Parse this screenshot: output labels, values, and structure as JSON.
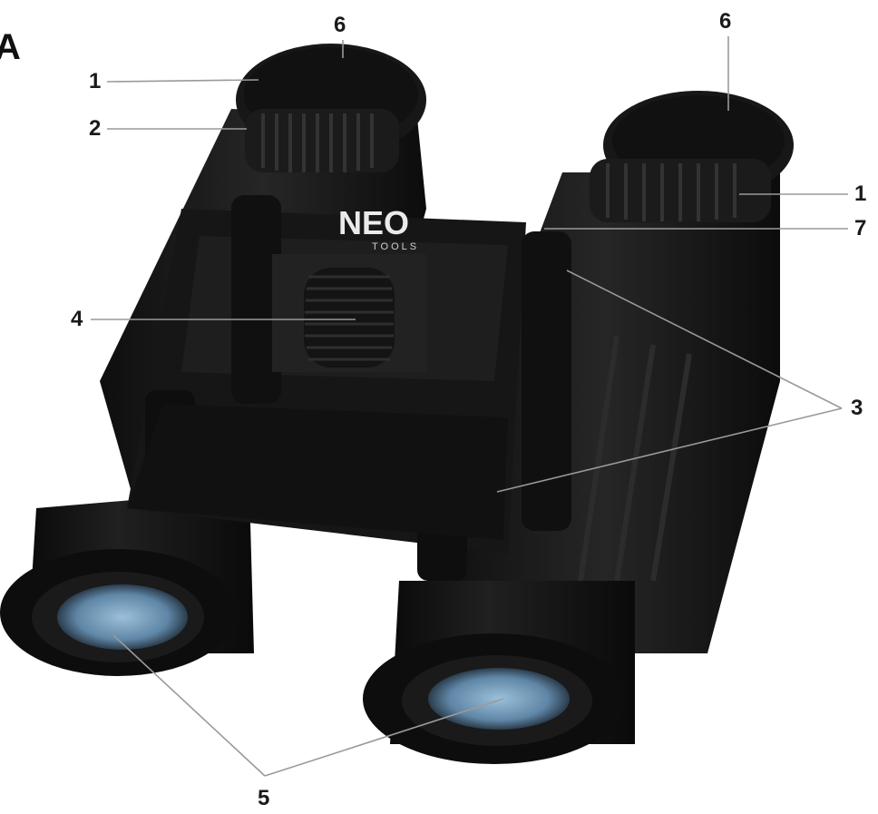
{
  "figure": {
    "letter": "A"
  },
  "product": {
    "brand": "NEO",
    "brand_sub": "TOOLS"
  },
  "colors": {
    "body": "#141414",
    "body_light": "#2a2a2a",
    "body_highlight": "#3a3a3a",
    "lens": "#7fa6c4",
    "leader_line": "#9a9a9a",
    "label": "#1a1a1a"
  },
  "callouts": {
    "c1_left": "1",
    "c2_left": "2",
    "c6_left": "6",
    "c6_right": "6",
    "c1_right": "1",
    "c7_right": "7",
    "c4_left": "4",
    "c3_right": "3",
    "c5_bottom": "5"
  }
}
